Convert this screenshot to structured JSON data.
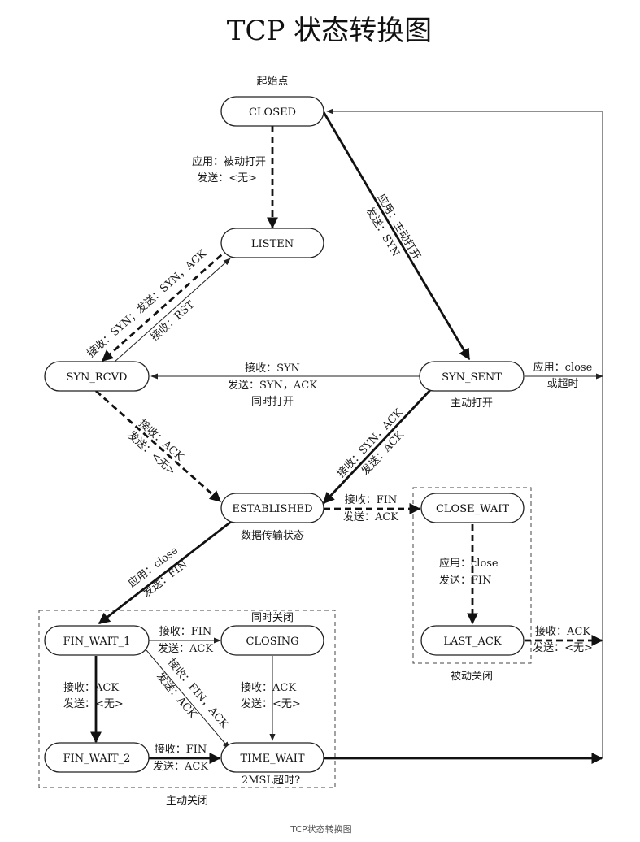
{
  "title": "TCP 状态转换图",
  "caption": "TCP状态转换图",
  "states": {
    "closed": "CLOSED",
    "listen": "LISTEN",
    "syn_rcvd": "SYN_RCVD",
    "syn_sent": "SYN_SENT",
    "established": "ESTABLISHED",
    "close_wait": "CLOSE_WAIT",
    "last_ack": "LAST_ACK",
    "fin_wait_1": "FIN_WAIT_1",
    "closing": "CLOSING",
    "fin_wait_2": "FIN_WAIT_2",
    "time_wait": "TIME_WAIT"
  },
  "notes": {
    "start_point": "起始点",
    "active_open": "主动打开",
    "data_transfer": "数据传输状态",
    "simultaneous_open": "同时打开",
    "simultaneous_close": "同时关闭",
    "passive_close": "被动关闭",
    "active_close": "主动关闭",
    "timeout_2msl": "2MSL超时?"
  },
  "edges": {
    "closed_listen": [
      "应用：被动打开",
      "发送：<无>"
    ],
    "closed_synsent": [
      "应用：主动打开",
      "发送：SYN"
    ],
    "listen_synrcvd": [
      "接收：SYN；发送：SYN，ACK"
    ],
    "synrcvd_listen": [
      "接收：RST"
    ],
    "synsent_synrcvd": [
      "接收：SYN",
      "发送：SYN，ACK"
    ],
    "synsent_closed": [
      "应用：close",
      "或超时"
    ],
    "synrcvd_established": [
      "接收：ACK",
      "发送：<无>"
    ],
    "synsent_established": [
      "接收：SYN，ACK",
      "发送：ACK"
    ],
    "established_closewait": [
      "接收：FIN",
      "发送：ACK"
    ],
    "closewait_lastack": [
      "应用：close",
      "发送：FIN"
    ],
    "lastack_closed": [
      "接收：ACK",
      "发送：<无>"
    ],
    "established_finwait1": [
      "应用：close",
      "发送：FIN"
    ],
    "finwait1_closing": [
      "接收：FIN",
      "发送：ACK"
    ],
    "finwait1_finwait2": [
      "接收：ACK",
      "发送：<无>"
    ],
    "closing_timewait": [
      "接收：ACK",
      "发送：<无>"
    ],
    "finwait1_timewait": [
      "接收：FIN，ACK",
      "发送：ACK"
    ],
    "finwait2_timewait": [
      "接收：FIN",
      "发送：ACK"
    ]
  }
}
